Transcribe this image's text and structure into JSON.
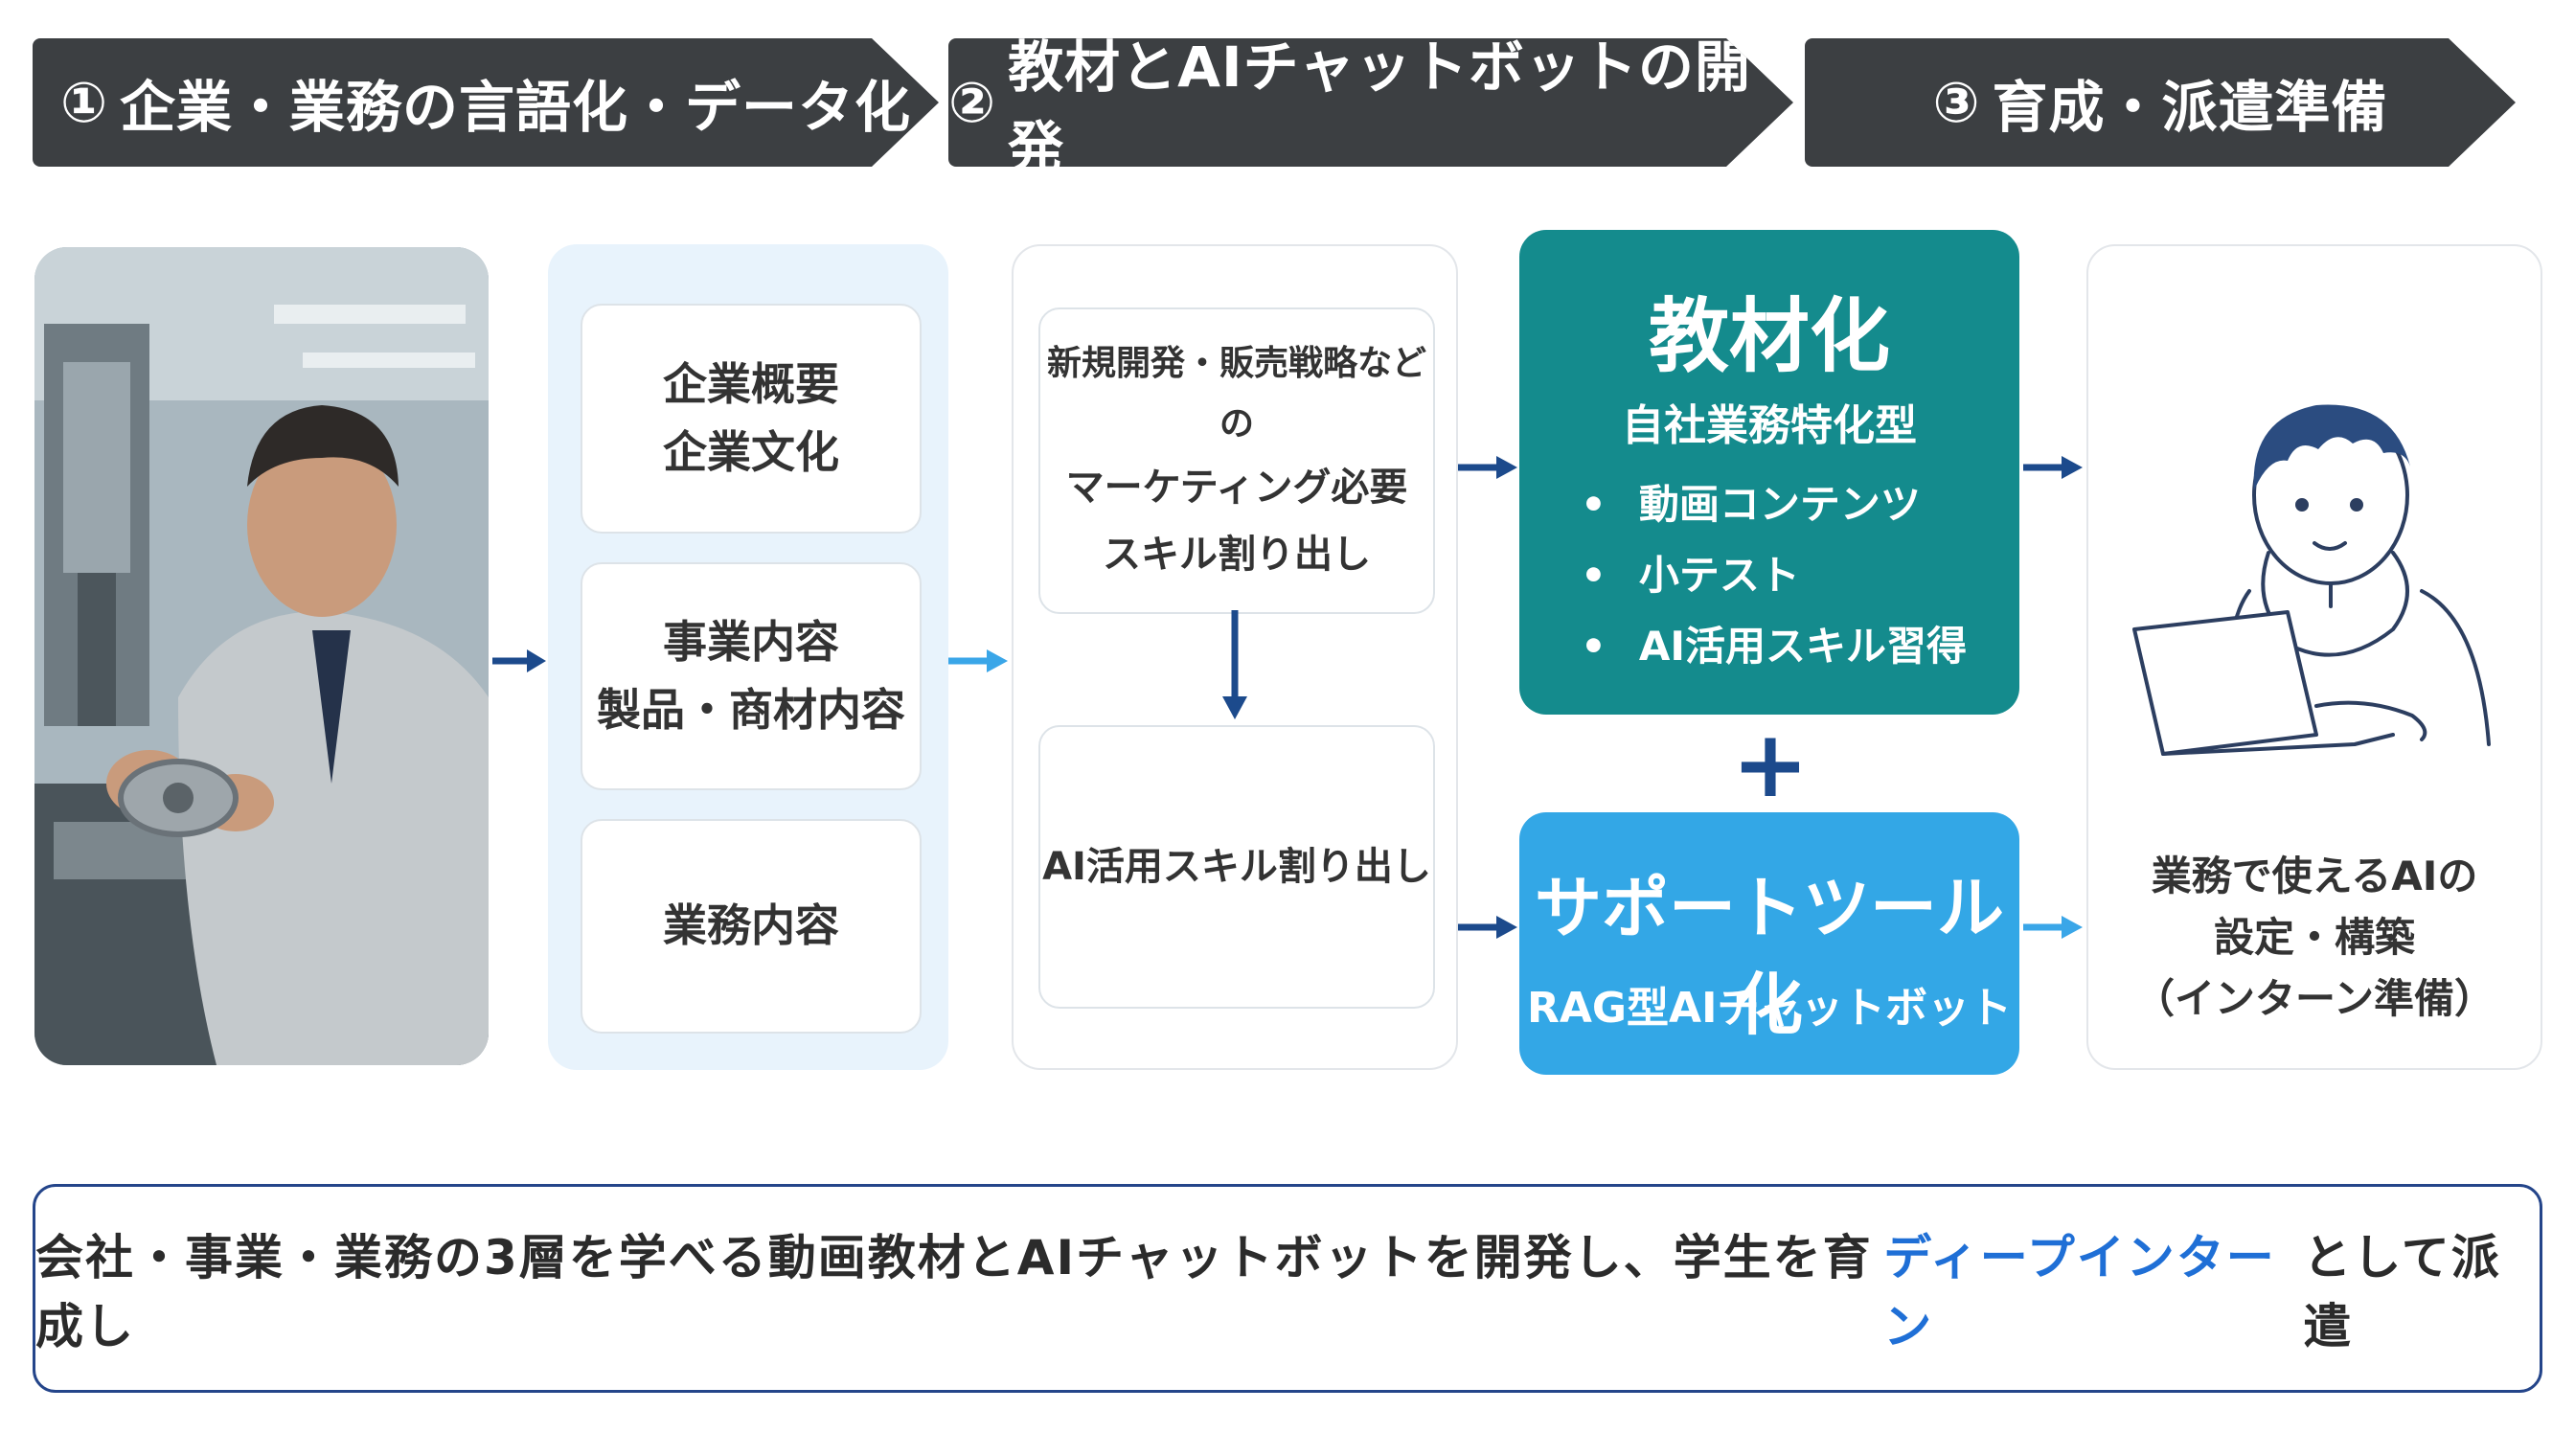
{
  "steps": [
    {
      "num": "①",
      "label": "企業・業務の言語化・データ化"
    },
    {
      "num": "②",
      "label": "教材とAIチャットボットの開発"
    },
    {
      "num": "③",
      "label": "育成・派遣準備"
    }
  ],
  "company_cards": [
    {
      "line1": "企業概要",
      "line2": "企業文化"
    },
    {
      "line1": "事業内容",
      "line2": "製品・商材内容"
    },
    {
      "line1": "業務内容",
      "line2": ""
    }
  ],
  "skill_cards": {
    "top": {
      "line1": "新規開発・販売戦略などの",
      "line2": "マーケティング必要",
      "line3": "スキル割り出し"
    },
    "bottom": {
      "line1": "AI活用スキル割り出し"
    }
  },
  "materials": {
    "title": "教材化",
    "subtitle": "自社業務特化型",
    "bullets": [
      "動画コンテンツ",
      "小テスト",
      "AI活用スキル習得"
    ]
  },
  "plus_sign": "+",
  "support": {
    "title": "サポートツール化",
    "subtitle": "RAG型AIチャットボット"
  },
  "outcome": {
    "line1": "業務で使えるAIの",
    "line2": "設定・構築",
    "line3": "（インターン準備）"
  },
  "summary": {
    "before": "会社・事業・業務の3層を学べる動画教材とAIチャットボットを開発し、学生を育成し",
    "highlight": "ディープインターン",
    "after": "として派遣"
  },
  "colors": {
    "banner": "#3c3f42",
    "teal": "#148b8d",
    "blue": "#33a7e6",
    "arrow_dark": "#1c4a8c",
    "arrow_light": "#3aa6e8",
    "highlight": "#1f6fd6"
  }
}
